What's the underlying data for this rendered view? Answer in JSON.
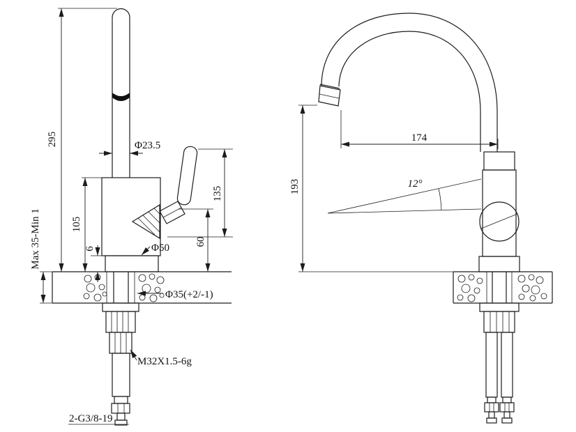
{
  "colors": {
    "ink": "#1c1c1c",
    "paper": "#ffffff"
  },
  "drawing": {
    "front_view": {
      "labels": {
        "height_overall": "295",
        "mount_thickness": "Max 35-Min 1",
        "body_height": "105",
        "base_height": "6",
        "spout_pipe_diameter": "Φ23.5",
        "handle_height": "135",
        "outlet_height": "60",
        "base_diameter": "Φ50",
        "mount_hole_diameter": "Φ35(+2/-1)",
        "mount_thread": "M32X1.5-6g",
        "hose_connection": "2-G3/8-19"
      }
    },
    "side_view": {
      "labels": {
        "spout_reach": "174",
        "spout_height": "193",
        "swivel_angle": "12°"
      }
    }
  }
}
